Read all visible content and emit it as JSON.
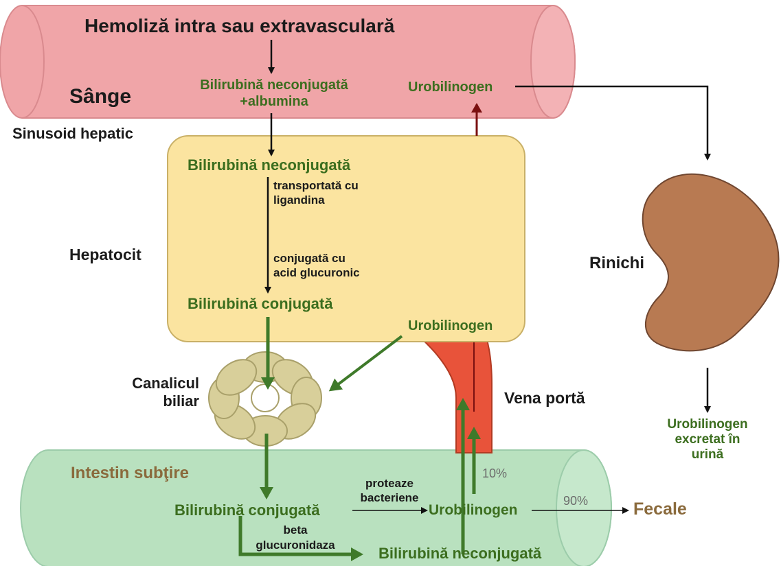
{
  "labels": {
    "hemolysis": "Hemoliză intra sau extravasculară",
    "blood": "Sânge",
    "bilirubin_unconj_albumin_1": "Bilirubină neconjugată",
    "bilirubin_unconj_albumin_2": "+albumina",
    "urobilinogen_blood": "Urobilinogen",
    "sinusoid": "Sinusoid hepatic",
    "bilirubin_unconj_hepatocyte": "Bilirubină neconjugată",
    "transport_1": "transportată cu",
    "transport_2": "ligandina",
    "hepatocyte": "Hepatocit",
    "conjugation_1": "conjugată cu",
    "conjugation_2": "acid glucuronic",
    "bilirubin_conj_hepatocyte": "Bilirubină conjugată",
    "urobilinogen_hepatocyte": "Urobilinogen",
    "kidney": "Rinichi",
    "canaliculus_1": "Canalicul",
    "canaliculus_2": "biliar",
    "portal_vein": "Vena portă",
    "urine_1": "Urobilinogen",
    "urine_2": "excretat în",
    "urine_3": "urină",
    "intestine": "Intestin subţire",
    "bacterial_1": "proteaze",
    "bacterial_2": "bacteriene",
    "bilirubin_conj_intestine": "Bilirubină conjugată",
    "urobilinogen_intestine": "Urobilinogen",
    "pct_10": "10%",
    "pct_90": "90%",
    "feces": "Fecale",
    "beta_1": "beta",
    "beta_2": "glucuronidaza",
    "bilirubin_unconj_intestine": "Bilirubină neconjugată"
  },
  "colors": {
    "blood_vessel": "#f0a5a8",
    "hepatocyte": "#fbe4a0",
    "intestine": "#b9e1bf",
    "kidney": "#b87a52",
    "portal_vein": "#e8533a",
    "canaliculus": "#d8cf9a",
    "green_text": "#3c6e1f",
    "green_arrow": "#3f7a2a",
    "dark_red_arrow": "#7a1010"
  }
}
